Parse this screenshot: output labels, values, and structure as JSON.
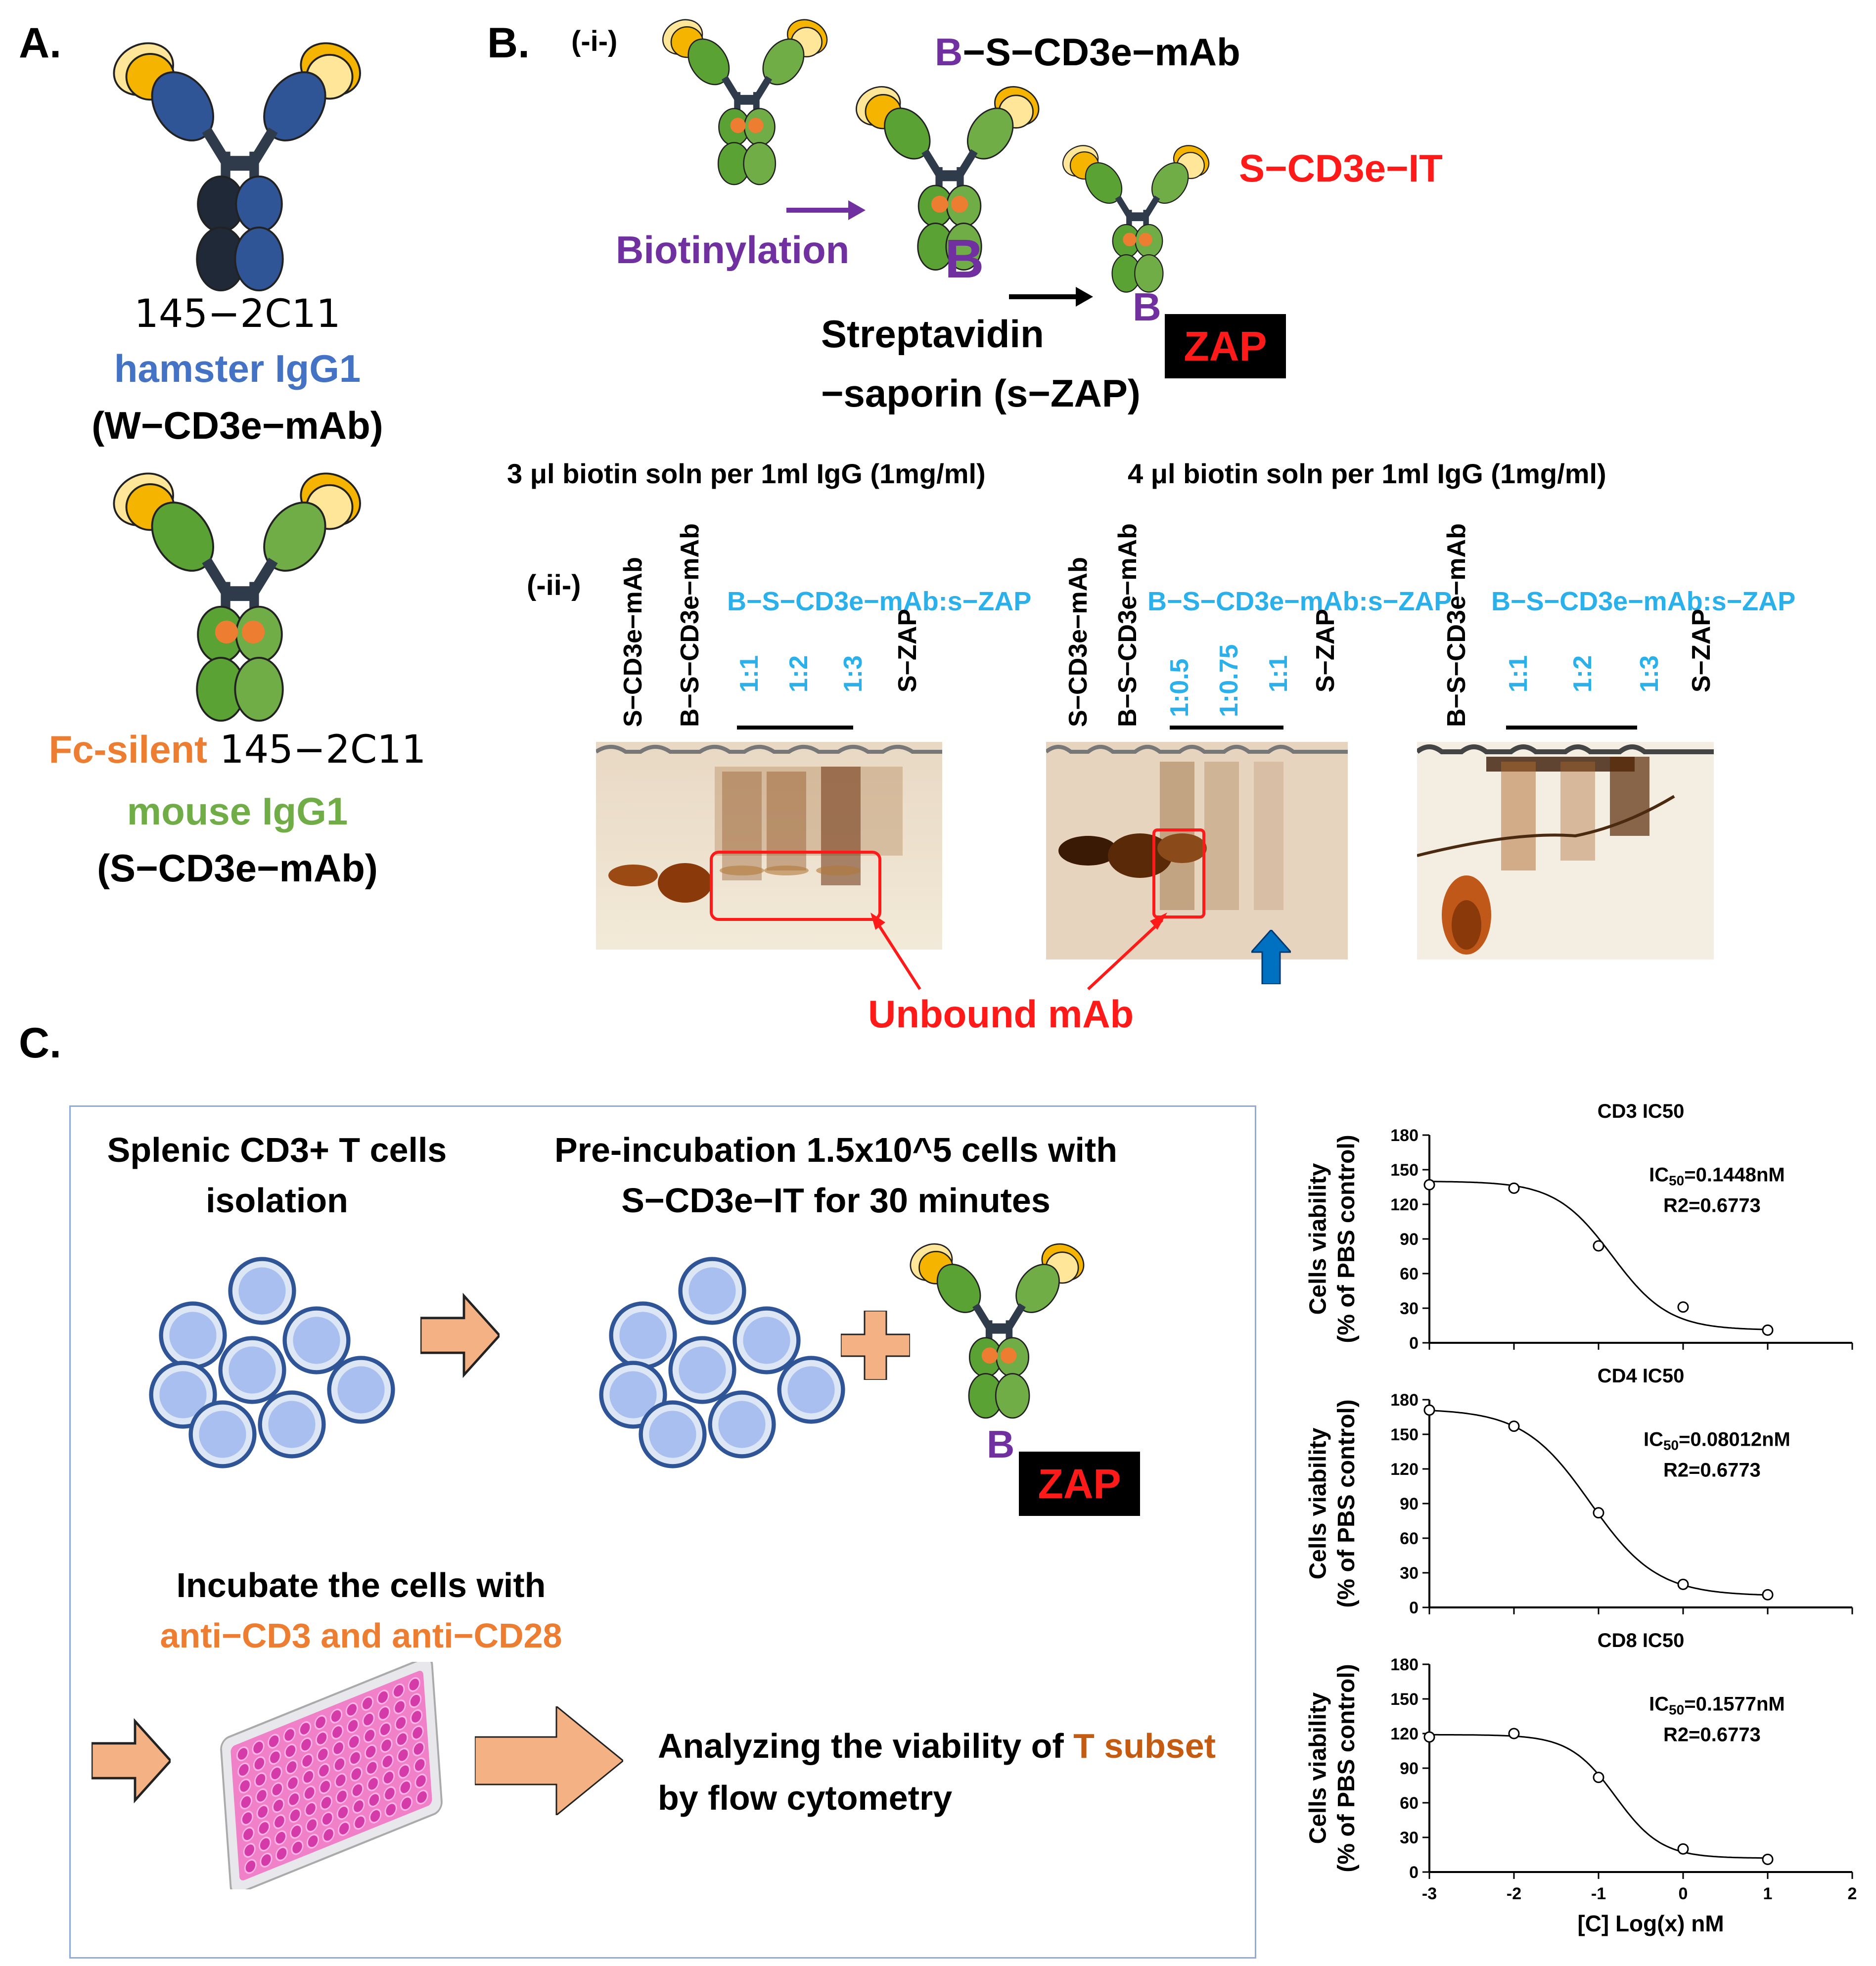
{
  "panels": {
    "a": "A.",
    "b": "B.",
    "c": "C."
  },
  "panel_a": {
    "hamster_ab": {
      "clone": "145−2C11",
      "species": "hamster IgG1",
      "name": "(W−CD3e−mAb)"
    },
    "mouse_ab": {
      "prefix": "Fc-silent",
      "clone": " 145−2C11",
      "species": "mouse IgG1",
      "name": "(S−CD3e−mAb)"
    }
  },
  "panel_b": {
    "sub_i": "(-i-)",
    "sub_ii": "(-ii-)",
    "b_label_prefix": "B",
    "b_label_rest": "−S−CD3e−mAb",
    "s_it_label": "S−CD3e−IT",
    "biotinylation": "Biotinylation",
    "b_letter": "B",
    "streptavidin_line1": "Streptavidin",
    "streptavidin_line2": "−saporin (s−ZAP)",
    "zap": "ZAP",
    "gel_titles": [
      "3 μl biotin soln per 1ml IgG (1mg/ml)",
      "4 μl biotin soln per 1ml IgG (1mg/ml)"
    ],
    "complex_label": "B−S−CD3e−mAb:s−ZAP",
    "gel1_lanes": [
      "S−CD3e−mAb",
      "B−S−CD3e−mAb",
      "1:1",
      "1:2",
      "1:3",
      "S−ZAP"
    ],
    "gel2_lanes": [
      "S−CD3e−mAb",
      "B−S−CD3e−mAb",
      "1:0.5",
      "1:0.75",
      "1:1",
      "S−ZAP"
    ],
    "gel3_lanes": [
      "B−S−CD3e−mAb",
      "1:1",
      "1:2",
      "1:3",
      "S−ZAP"
    ],
    "unbound": "Unbound mAb"
  },
  "panel_c": {
    "step1": [
      "Splenic CD3+ T cells",
      "isolation"
    ],
    "step2": [
      "Pre-incubation 1.5x10^5 cells with",
      "S−CD3e−IT for 30 minutes"
    ],
    "step3_line1": "Incubate the cells with",
    "step3_line2": "anti−CD3 and anti−CD28",
    "step4_prefix": "Analyzing the viability of ",
    "step4_highlight": "T subset",
    "step4_line2": "by flow cytometry",
    "b_letter": "B",
    "zap": "ZAP"
  },
  "colors": {
    "blue_label": "#4472c4",
    "orange": "#ed7d31",
    "green": "#70ad47",
    "purple": "#7030a0",
    "red": "#ff1a1a",
    "cyan": "#2ab0ea"
  },
  "chart_data": [
    {
      "type": "scatter",
      "title": "CD3 IC50",
      "xlabel": "",
      "ylabel": "Cells viability (% of PBS control)",
      "xlim": [
        -3,
        2
      ],
      "ylim": [
        0,
        180
      ],
      "yticks": [
        0,
        30,
        60,
        90,
        120,
        150,
        180
      ],
      "x": [
        -3,
        -2,
        -1,
        0,
        1
      ],
      "y": [
        137,
        134,
        84,
        31,
        11
      ],
      "fit": {
        "top": 140,
        "bottom": 11,
        "log_ic50": -0.84,
        "hill": 1.3
      },
      "annotation_ic50_prefix": "IC",
      "annotation_ic50_sub": "50",
      "annotation_ic50_value": "=0.1448nM",
      "annotation_r2": "R2=0.6773"
    },
    {
      "type": "scatter",
      "title": "CD4 IC50",
      "xlabel": "",
      "ylabel": "Cells viability (% of PBS control)",
      "xlim": [
        -3,
        2
      ],
      "ylim": [
        0,
        180
      ],
      "yticks": [
        0,
        30,
        60,
        90,
        120,
        150,
        180
      ],
      "x": [
        -3,
        -2,
        -1,
        0,
        1
      ],
      "y": [
        171,
        157,
        82,
        20,
        11
      ],
      "fit": {
        "top": 172,
        "bottom": 10,
        "log_ic50": -1.1,
        "hill": 1.1
      },
      "annotation_ic50_prefix": "IC",
      "annotation_ic50_sub": "50",
      "annotation_ic50_value": "=0.08012nM",
      "annotation_r2": "R2=0.6773"
    },
    {
      "type": "scatter",
      "title": "CD8 IC50",
      "xlabel": "[C] Log(x) nM",
      "ylabel": "Cells viability (% of PBS control)",
      "xlim": [
        -3,
        2
      ],
      "ylim": [
        0,
        180
      ],
      "yticks": [
        0,
        30,
        60,
        90,
        120,
        150,
        180
      ],
      "xticks": [
        -3,
        -2,
        -1,
        0,
        1,
        2
      ],
      "x": [
        -3,
        -2,
        -1,
        0,
        1
      ],
      "y": [
        117,
        120,
        82,
        20,
        11
      ],
      "fit": {
        "top": 119,
        "bottom": 12,
        "log_ic50": -0.8,
        "hill": 1.6
      },
      "annotation_ic50_prefix": "IC",
      "annotation_ic50_sub": "50",
      "annotation_ic50_value": "=0.1577nM",
      "annotation_r2": "R2=0.6773"
    }
  ]
}
